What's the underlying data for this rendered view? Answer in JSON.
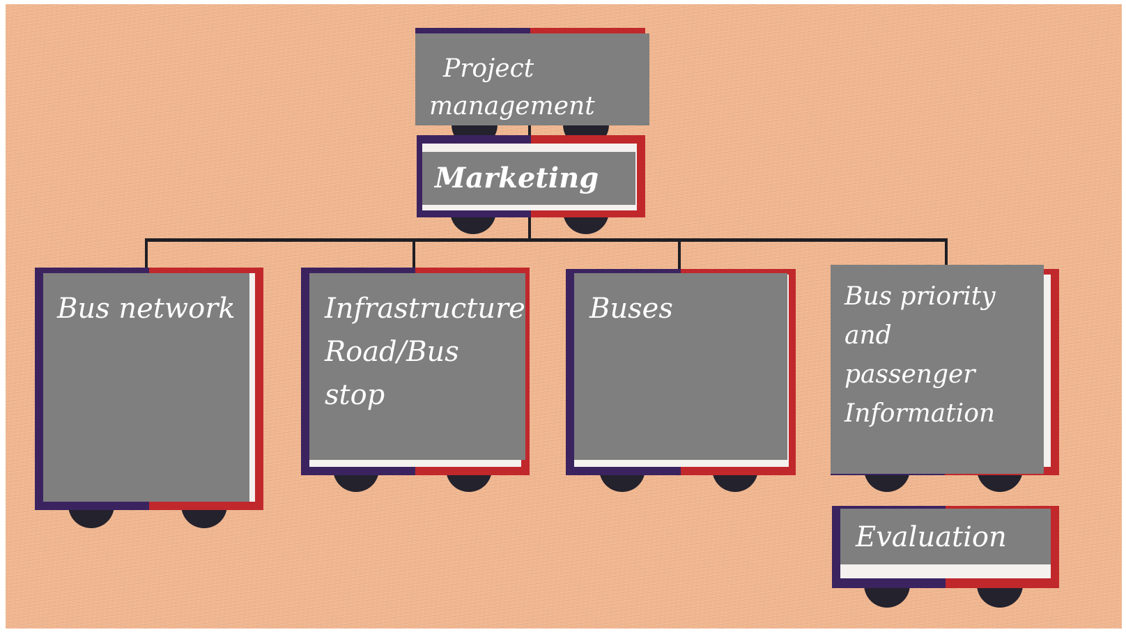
{
  "colors": {
    "background": "#efb58e",
    "panel": "#7f7f7f",
    "bus_left": "#3b2360",
    "bus_right": "#c0282c",
    "connector": "#1e1e24",
    "wheel": "#23222d",
    "text": "#ffffff"
  },
  "diagram": {
    "root": {
      "lines": [
        "Project",
        "management"
      ]
    },
    "marketing": {
      "label": "Marketing"
    },
    "children": [
      {
        "id": "bus-network",
        "lines": [
          "Bus network"
        ]
      },
      {
        "id": "infrastructure",
        "lines": [
          "Infrastructure",
          "Road/Bus stop"
        ]
      },
      {
        "id": "buses",
        "lines": [
          "Buses"
        ]
      },
      {
        "id": "bus-priority",
        "lines": [
          "Bus priority and",
          "passenger",
          "Information"
        ]
      }
    ],
    "evaluation": {
      "label": "Evaluation"
    }
  }
}
